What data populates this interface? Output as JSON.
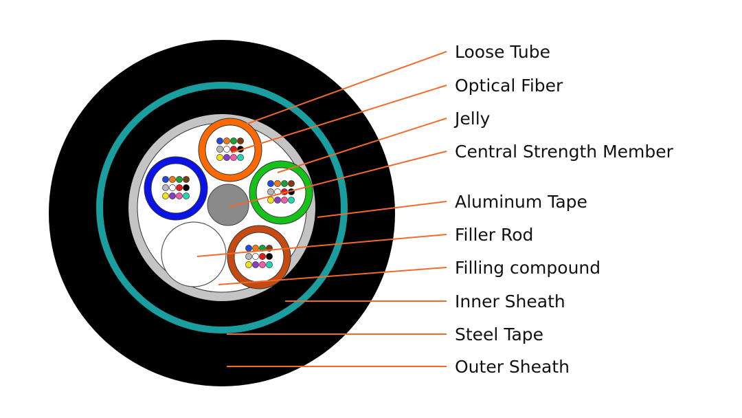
{
  "diagram": {
    "labels": [
      {
        "id": "loose-tube",
        "text": "Loose Tube"
      },
      {
        "id": "optical-fiber",
        "text": "Optical Fiber"
      },
      {
        "id": "jelly",
        "text": "Jelly"
      },
      {
        "id": "central-strength-member",
        "text": "Central Strength Member"
      },
      {
        "id": "aluminum-tape",
        "text": "Aluminum Tape"
      },
      {
        "id": "filler-rod",
        "text": "Filler Rod"
      },
      {
        "id": "filling-compound",
        "text": "Filling compound"
      },
      {
        "id": "inner-sheath",
        "text": "Inner Sheath"
      },
      {
        "id": "steel-tape",
        "text": "Steel Tape"
      },
      {
        "id": "outer-sheath",
        "text": "Outer Sheath"
      }
    ],
    "colors": {
      "leader_line": "#f26a2a",
      "outer_sheath": "#000000",
      "steel_tape": "#1a9ea0",
      "aluminum_tape": "#c4c4c4",
      "filling_compound": "#ffffff",
      "central_strength_member": "#8a8a8a",
      "filler_rod": "#ffffff",
      "tube_orange": "#ff6a00",
      "tube_green": "#16c11a",
      "tube_blue": "#0a14e6",
      "tube_brown": "#c64b12",
      "fiber_colors": [
        "#1f4bd8",
        "#f07a18",
        "#1c9e38",
        "#7a3d16",
        "#b7b7b7",
        "#ffffff",
        "#e01d1d",
        "#000000",
        "#f3e21a",
        "#8a3ec4",
        "#f25ca8",
        "#23d6b0"
      ]
    }
  }
}
